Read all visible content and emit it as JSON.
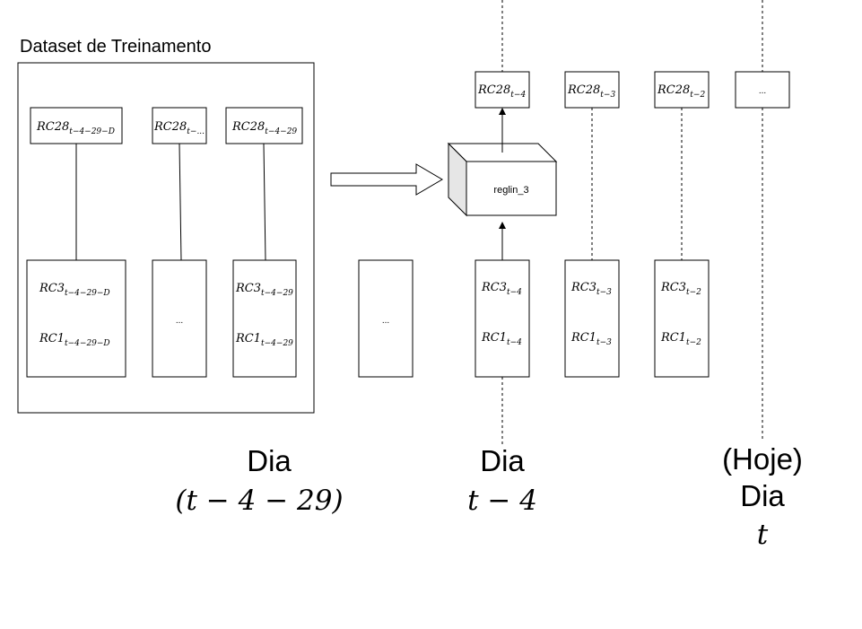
{
  "training": {
    "title": "Dataset de Treinamento",
    "top_boxes": [
      {
        "label": "RC28",
        "sub": "t−4−29−D"
      },
      {
        "label": "RC28",
        "sub": "t−..."
      },
      {
        "label": "RC28",
        "sub": "t−4−29"
      }
    ],
    "bottom_boxes": [
      {
        "rc3": "RC3",
        "rc3_sub": "t−4−29−D",
        "rc1": "RC1",
        "rc1_sub": "t−4−29−D"
      },
      {
        "ellipsis": "..."
      },
      {
        "rc3": "RC3",
        "rc3_sub": "t−4−29",
        "rc1": "RC1",
        "rc1_sub": "t−4−29"
      }
    ]
  },
  "middle_ellipsis": "...",
  "model": {
    "label": "reglin_3"
  },
  "timeline": {
    "top_boxes": [
      {
        "label": "RC28",
        "sub": "t−4"
      },
      {
        "label": "RC28",
        "sub": "t−3"
      },
      {
        "label": "RC28",
        "sub": "t−2"
      },
      {
        "ellipsis": "..."
      }
    ],
    "bottom_boxes": [
      {
        "rc3": "RC3",
        "rc3_sub": "t−4",
        "rc1": "RC1",
        "rc1_sub": "t−4"
      },
      {
        "rc3": "RC3",
        "rc3_sub": "t−3",
        "rc1": "RC1",
        "rc1_sub": "t−3"
      },
      {
        "rc3": "RC3",
        "rc3_sub": "t−2",
        "rc1": "RC1",
        "rc1_sub": "t−2"
      }
    ]
  },
  "day_labels": [
    {
      "line1": "Dia",
      "math": "(t − 4 − 29)"
    },
    {
      "line1": "Dia",
      "math": "t − 4"
    },
    {
      "line0": "(Hoje)",
      "line1": "Dia",
      "math": "t"
    }
  ]
}
